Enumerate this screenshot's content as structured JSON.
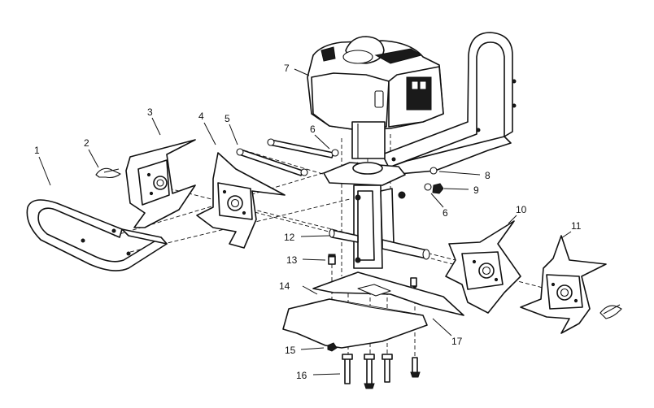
{
  "callouts": [
    {
      "id": "c1",
      "label": "1"
    },
    {
      "id": "c2",
      "label": "2"
    },
    {
      "id": "c3",
      "label": "3"
    },
    {
      "id": "c4",
      "label": "4"
    },
    {
      "id": "c5",
      "label": "5"
    },
    {
      "id": "c6a",
      "label": "6"
    },
    {
      "id": "c6b",
      "label": "6"
    },
    {
      "id": "c7",
      "label": "7"
    },
    {
      "id": "c8",
      "label": "8"
    },
    {
      "id": "c9",
      "label": "9"
    },
    {
      "id": "c10",
      "label": "10"
    },
    {
      "id": "c11",
      "label": "11"
    },
    {
      "id": "c12",
      "label": "12"
    },
    {
      "id": "c13",
      "label": "13"
    },
    {
      "id": "c14",
      "label": "14"
    },
    {
      "id": "c15",
      "label": "15"
    },
    {
      "id": "c16",
      "label": "16"
    },
    {
      "id": "c17",
      "label": "17"
    }
  ]
}
